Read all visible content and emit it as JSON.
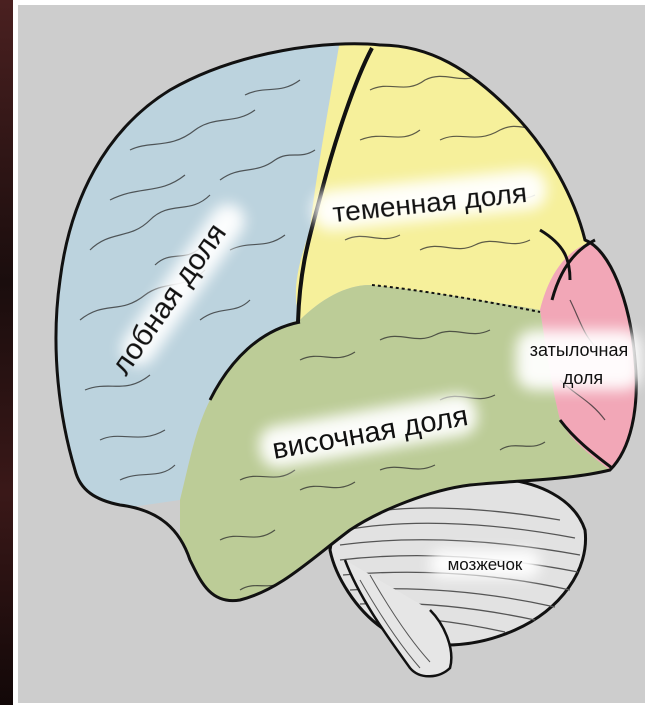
{
  "labels": {
    "frontal": "лобная доля",
    "parietal": "теменная доля",
    "temporal": "височная доля",
    "occipital_line1": "затылочная",
    "occipital_line2": "доля",
    "cerebellum": "мозжечок"
  },
  "colors": {
    "background": "#cdcdcd",
    "frontal": "#bcd3de",
    "parietal": "#f6f09b",
    "temporal": "#bccc97",
    "occipital": "#f2a7b7",
    "cerebellum": "#e2e2e2",
    "outline": "#111111"
  }
}
